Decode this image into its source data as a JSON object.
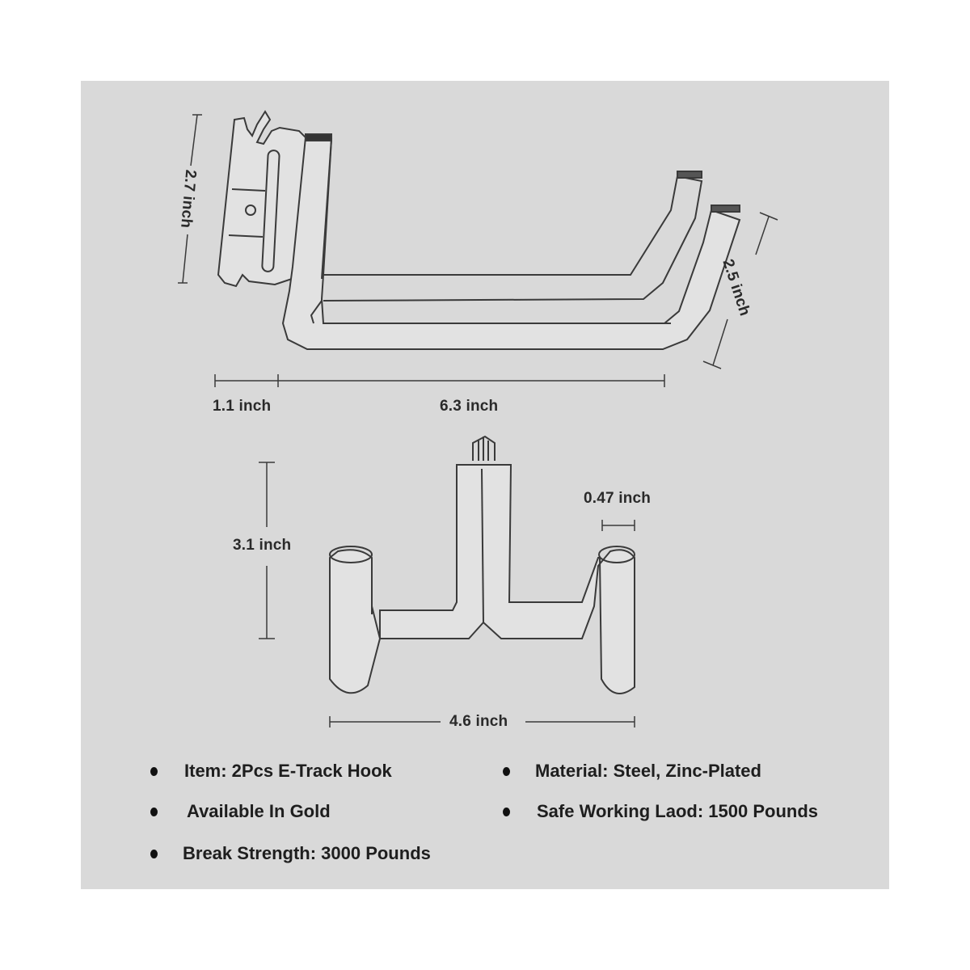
{
  "dimensions": {
    "hook_height": "2.7 inch",
    "hook_rise": "2.5 inch",
    "plate_width": "1.1 inch",
    "arm_length": "6.3 inch",
    "front_height": "3.1 inch",
    "tube_diameter": "0.47 inch",
    "front_width": "4.6 inch"
  },
  "specs": [
    "Item: 2Pcs E-Track Hook",
    "Material: Steel, Zinc-Plated",
    "Available In Gold",
    "Safe Working Laod: 1500 Pounds",
    "Break Strength: 3000 Pounds"
  ],
  "colors": {
    "panel": "#d9d9d9",
    "line": "#3a3a3a"
  }
}
